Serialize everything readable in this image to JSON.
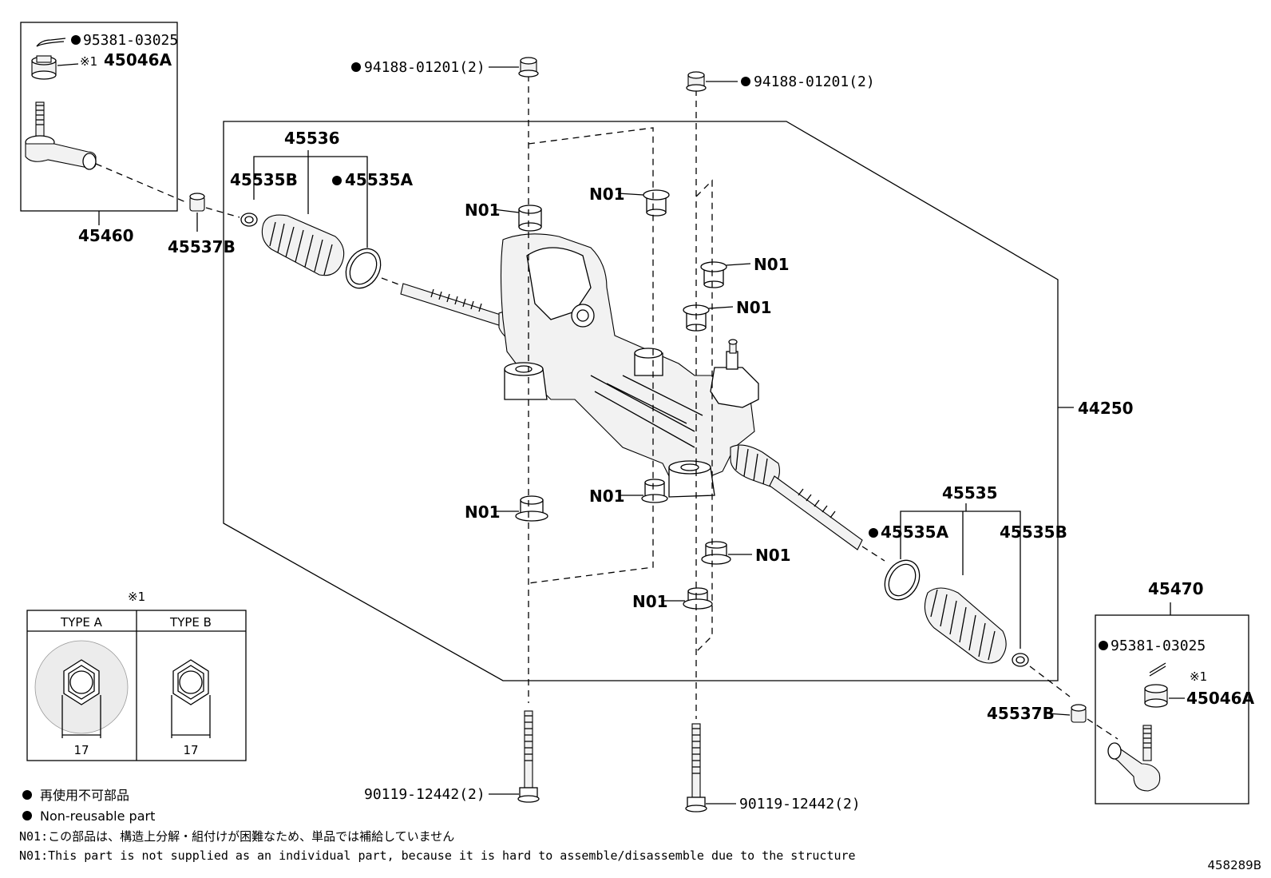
{
  "callouts": {
    "ct_95381_left": "95381-03025",
    "ct_45046a_left": "45046A",
    "ct_mark_left": "※1",
    "ct_45460": "45460",
    "ct_45537b_left": "45537B",
    "ct_45536": "45536",
    "ct_45535b_left": "45535B",
    "ct_45535a_left": "45535A",
    "ct_94188_left": "94188-01201(2)",
    "ct_94188_right": "94188-01201(2)",
    "ct_n01": "N01",
    "ct_44250": "44250",
    "ct_45535": "45535",
    "ct_45535a_right": "45535A",
    "ct_45535b_right": "45535B",
    "ct_45470": "45470",
    "ct_95381_right": "95381-03025",
    "ct_mark_right": "※1",
    "ct_45046a_right": "45046A",
    "ct_45537b_right": "45537B",
    "ct_90119_left": "90119-12442(2)",
    "ct_90119_right": "90119-12442(2)"
  },
  "type_table": {
    "mark": "※1",
    "type_a": "TYPE A",
    "type_b": "TYPE B",
    "size_a": "17",
    "size_b": "17"
  },
  "notes": {
    "nonreusable_jp": "再使用不可部品",
    "nonreusable_en": "Non-reusable part",
    "n01_jp": "N01:この部品は、構造上分解・組付けが困難なため、単品では補給していません",
    "n01_en": "N01:This part is not supplied as an individual part, because it is hard to assemble/disassemble due to the structure"
  },
  "diagram_id": "458289B"
}
